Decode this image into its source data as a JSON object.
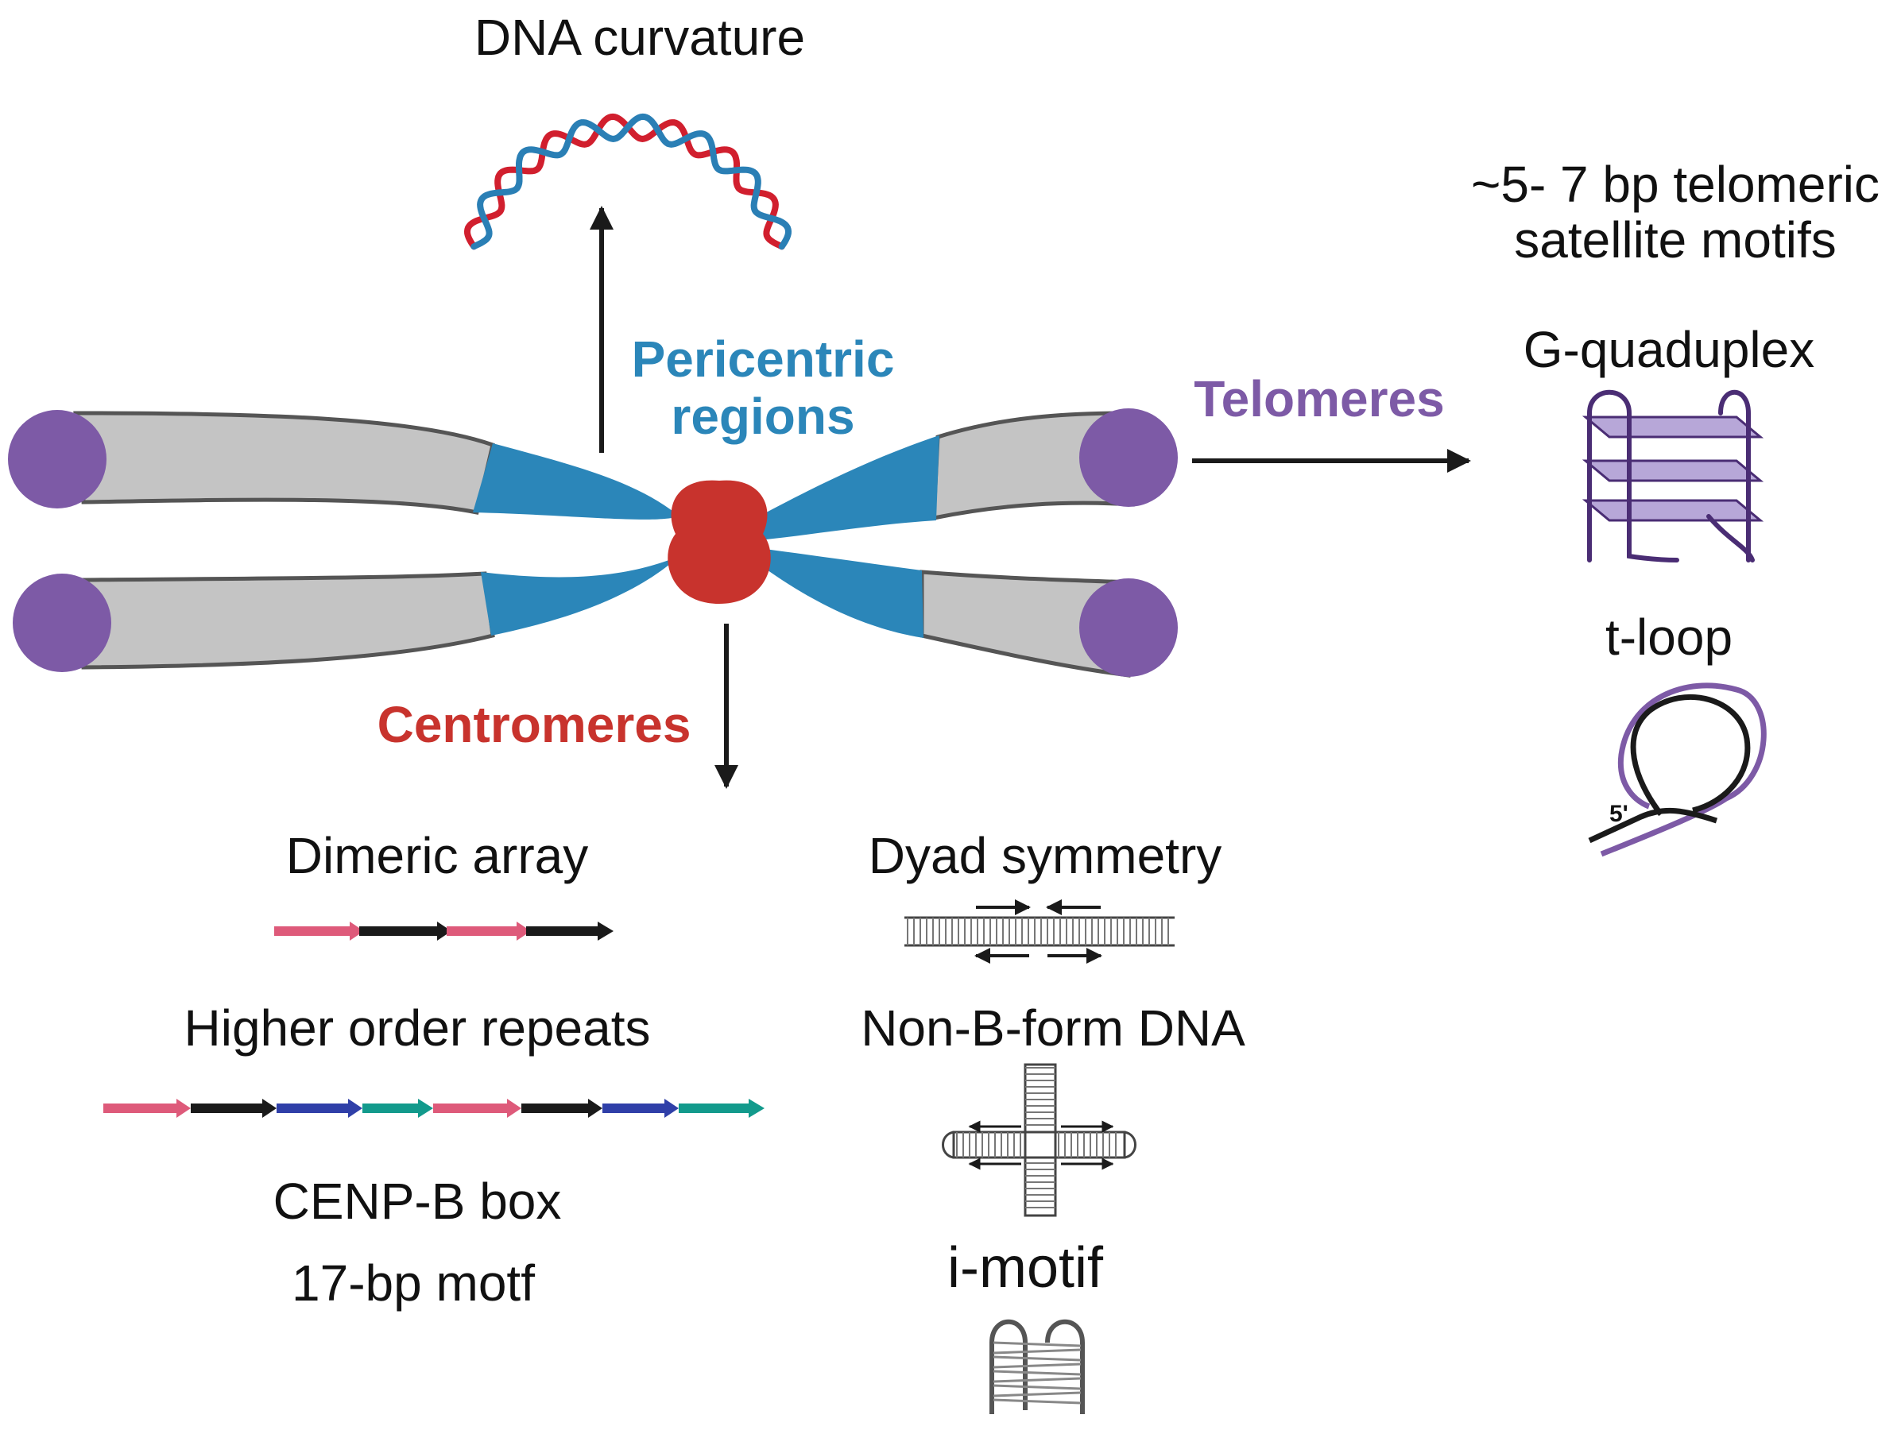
{
  "labels": {
    "dna_curvature": "DNA curvature",
    "pericentric_line1": "Pericentric",
    "pericentric_line2": "regions",
    "telomeres": "Telomeres",
    "centromeres": "Centromeres",
    "telomeric_line1": "~5- 7 bp telomeric",
    "telomeric_line2": "satellite motifs",
    "g_quadruplex": "G-quaduplex",
    "t_loop": "t-loop",
    "five_prime": "5'",
    "dimeric_array": "Dimeric array",
    "higher_order_repeats": "Higher order repeats",
    "cenp_b_box": "CENP-B box",
    "motif_17bp": "17-bp motf",
    "dyad_symmetry": "Dyad symmetry",
    "non_b_form": "Non-B-form DNA",
    "i_motif": "i-motif"
  },
  "colors": {
    "telomere_purple": "#7d5aa6",
    "pericentric_blue": "#2b86b9",
    "centromere_red": "#c8332d",
    "chromatid_gray": "#c4c4c4",
    "dna_red": "#d11f2e",
    "dna_blue": "#2a7fb5",
    "arrow_pink": "#de5a7a",
    "arrow_black": "#1a1a1a",
    "arrow_indigo": "#2f3fa8",
    "arrow_teal": "#129a8c",
    "gq_plane": "#b7a7d8",
    "gq_stroke": "#4a2d74"
  }
}
